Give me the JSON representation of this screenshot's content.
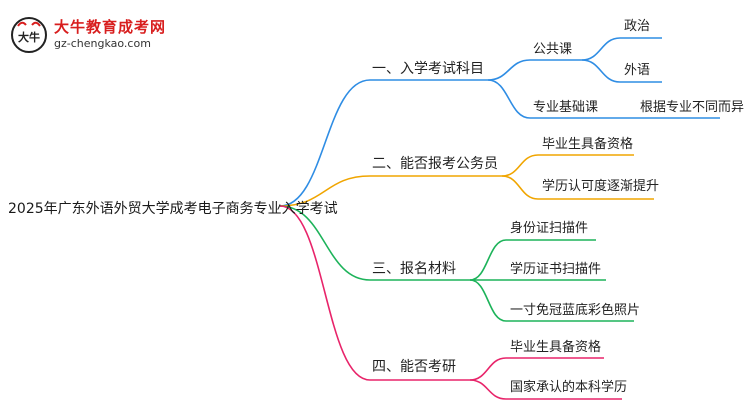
{
  "logo": {
    "name": "大牛教育成考网",
    "url": "gz-chengkao.com",
    "mark_text": "大牛"
  },
  "root": {
    "label": "2025年广东外语外贸大学成考电子商务专业入学考试"
  },
  "branches": [
    {
      "label": "一、入学考试科目",
      "color": "#2f8de4",
      "children": [
        {
          "label": "公共课",
          "children": [
            {
              "label": "政治"
            },
            {
              "label": "外语"
            }
          ]
        },
        {
          "label": "专业基础课",
          "children": [
            {
              "label": "根据专业不同而异"
            }
          ]
        }
      ]
    },
    {
      "label": "二、能否报考公务员",
      "color": "#f0a500",
      "children": [
        {
          "label": "毕业生具备资格"
        },
        {
          "label": "学历认可度逐渐提升"
        }
      ]
    },
    {
      "label": "三、报名材料",
      "color": "#1db35a",
      "children": [
        {
          "label": "身份证扫描件"
        },
        {
          "label": "学历证书扫描件"
        },
        {
          "label": "一寸免冠蓝底彩色照片"
        }
      ]
    },
    {
      "label": "四、能否考研",
      "color": "#e8246a",
      "children": [
        {
          "label": "毕业生具备资格"
        },
        {
          "label": "国家承认的本科学历"
        }
      ]
    }
  ]
}
